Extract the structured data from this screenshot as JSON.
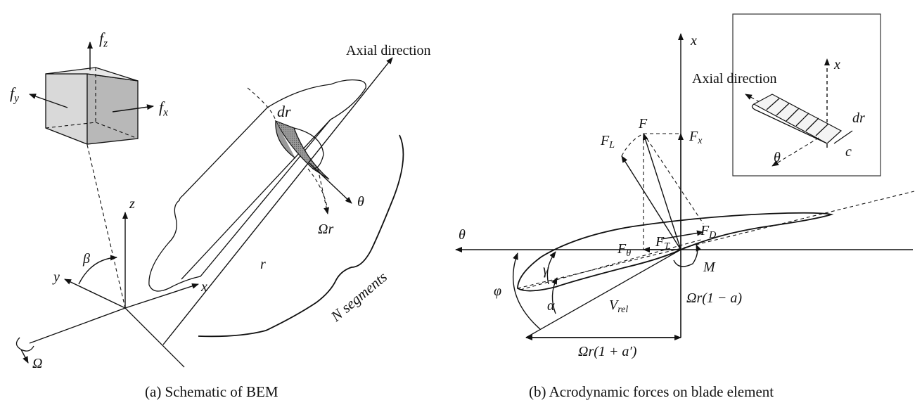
{
  "left_panel": {
    "caption": "(a) Schematic of BEM",
    "labels": {
      "fz": "f_z",
      "fy": "f_y",
      "fx": "f_x",
      "axial": "Axial direction",
      "dr": "dr",
      "theta": "θ",
      "omega_r": "Ωr",
      "z": "z",
      "y": "y",
      "x": "x",
      "beta": "β",
      "r": "r",
      "omega": "Ω",
      "n_segments": "N segments"
    }
  },
  "right_panel": {
    "caption": "(b) Acrodynamic forces on blade element",
    "labels": {
      "x": "x",
      "theta": "θ",
      "F": "F",
      "FL": "F_L",
      "Fx": "F_x",
      "FD": "F_D",
      "FT": "F_T",
      "Ftheta": "F_θ",
      "M": "M",
      "gamma": "γ",
      "phi": "φ",
      "alpha": "α",
      "Vrel": "V_rel",
      "omega_r_1_minus_a": "Ωr(1 − a)",
      "omega_r_1_plus_a": "Ωr(1 + a′)"
    },
    "inset": {
      "axial": "Axial direction",
      "x": "x",
      "dr": "dr",
      "theta": "θ",
      "c": "c"
    }
  }
}
